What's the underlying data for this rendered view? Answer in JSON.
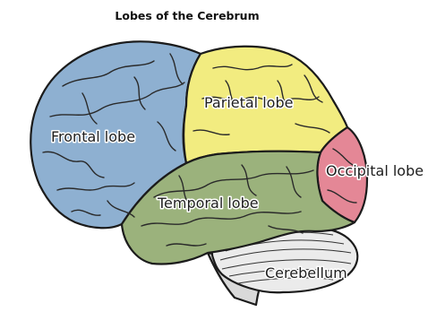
{
  "title": "Lobes of the Cerebrum",
  "colors": {
    "frontal": "#8eb0d1",
    "parietal": "#f2ec80",
    "occipital": "#e48796",
    "temporal": "#9bb27c",
    "cerebellum": "#ebebeb",
    "brainstem": "#d9d9d9",
    "outline": "#1b1b1b"
  },
  "labels": {
    "frontal": "Frontal lobe",
    "parietal": "Parietal lobe",
    "occipital": "Occipital lobe",
    "temporal": "Temporal lobe",
    "cerebellum": "Cerebellum"
  }
}
